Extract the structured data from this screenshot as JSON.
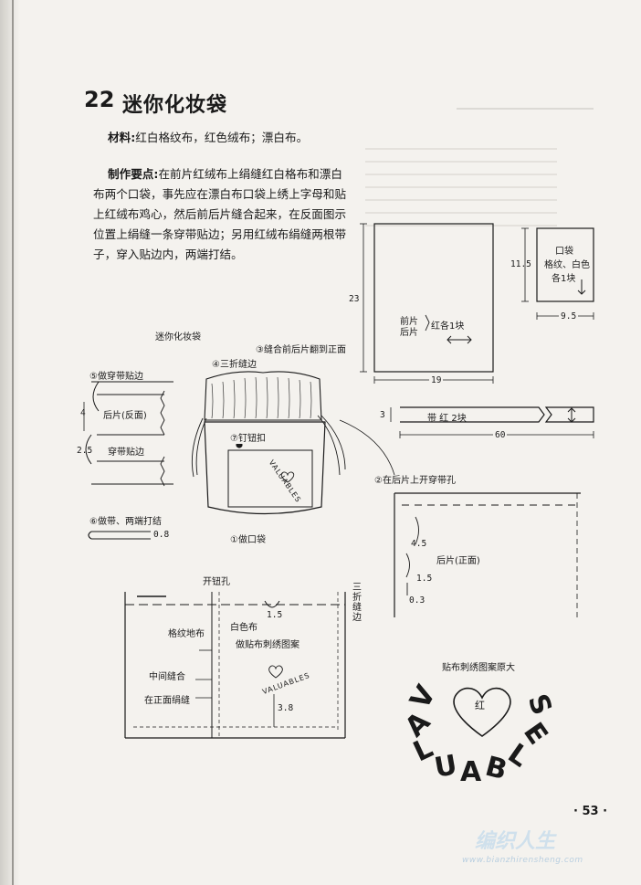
{
  "header": {
    "number": "22",
    "title": "迷你化妆袋"
  },
  "materials": {
    "label": "材料:",
    "text": "红白格纹布，红色绒布；漂白布。"
  },
  "instructions": {
    "label": "制作要点:",
    "text": "在前片红绒布上绢缝红白格布和漂白布两个口袋，事先应在漂白布口袋上绣上字母和贴上红绒布鸡心，然后前后片缝合起来，在反面图示位置上绢缝一条穿带贴边；另用红绒布绢缝两根带子，穿入贴边内，两端打结。"
  },
  "diagram_left": {
    "caption": "迷你化妆袋",
    "step1": "①做口袋",
    "step2": "②在后片上开穿带孔",
    "step3": "③缝合前后片翻到正面",
    "step4": "④三折缝边",
    "step5": "⑤做穿带贴边",
    "step6": "⑥做带、两端打结",
    "step7": "⑦钉钮扣",
    "back_piece_reverse": "后片(反面)",
    "channel_facing": "穿带贴边",
    "dim_4": "4",
    "dim_2_5": "2.5",
    "dim_0_8": "0.8",
    "bag_text": "VALUABLES"
  },
  "pattern_front": {
    "label_front": "前片",
    "label_back": "后片",
    "fabric": "红各1块",
    "height": "23",
    "width": "19"
  },
  "pattern_pocket": {
    "line1": "口袋",
    "line2": "格纹、白色",
    "line3": "各1块",
    "height": "11.5",
    "width": "9.5"
  },
  "pattern_strap": {
    "text": "带 红 2块",
    "height": "3",
    "length": "60"
  },
  "diagram_back": {
    "dim_4_5": "4.5",
    "dim_1_5": "1.5",
    "dim_0_3": "0.3",
    "label": "后片(正面)"
  },
  "diagram_bottom": {
    "buttonhole": "开钮孔",
    "triple_fold_1": "三",
    "triple_fold_2": "折",
    "triple_fold_3": "缝",
    "triple_fold_4": "边",
    "dim_1_5": "1.5",
    "white_fabric": "白色布",
    "plaid_ground": "格纹地布",
    "embroidery_pattern": "做贴布刺绣图案",
    "middle_seam": "中间缝合",
    "topstitch": "在正面绢缝",
    "dim_3_8": "3.8",
    "small_text": "VALUABLES"
  },
  "full_size": {
    "caption": "贴布刺绣图案原大",
    "heart_label": "红",
    "letters": [
      "V",
      "A",
      "L",
      "U",
      "A",
      "B",
      "L",
      "E",
      "S"
    ]
  },
  "footer": {
    "page_number": "· 53 ·",
    "watermark": "编织人生",
    "watermark_url": "www.bianzhirensheng.com"
  },
  "colors": {
    "ink": "#1a1a1a",
    "paper": "#f4f2ee",
    "ghost": "#cfccc6"
  }
}
